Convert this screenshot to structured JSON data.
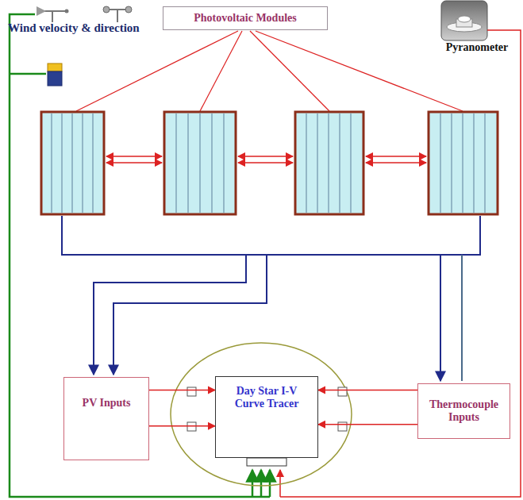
{
  "diagram": {
    "nodes": [
      {
        "text": [
          "Photovoltaic Modules"
        ]
      },
      {
        "text": [
          "Pyranometer"
        ]
      },
      {
        "text": [
          "PV Inputs"
        ]
      },
      {
        "text": [
          "Day Star I-V Curve Tracer"
        ]
      },
      {
        "text": [
          "Thermocouple Inputs"
        ]
      }
    ],
    "edges": [
      {
        "from": 2,
        "to": 3,
        "arrow": "to"
      },
      {
        "from": 2,
        "to": 3,
        "arrow": "to"
      },
      {
        "from": 4,
        "to": 3,
        "arrow": "to"
      },
      {
        "from": 4,
        "to": 3,
        "arrow": "to"
      }
    ],
    "labels": [
      "Wind velocity & direction"
    ]
  }
}
